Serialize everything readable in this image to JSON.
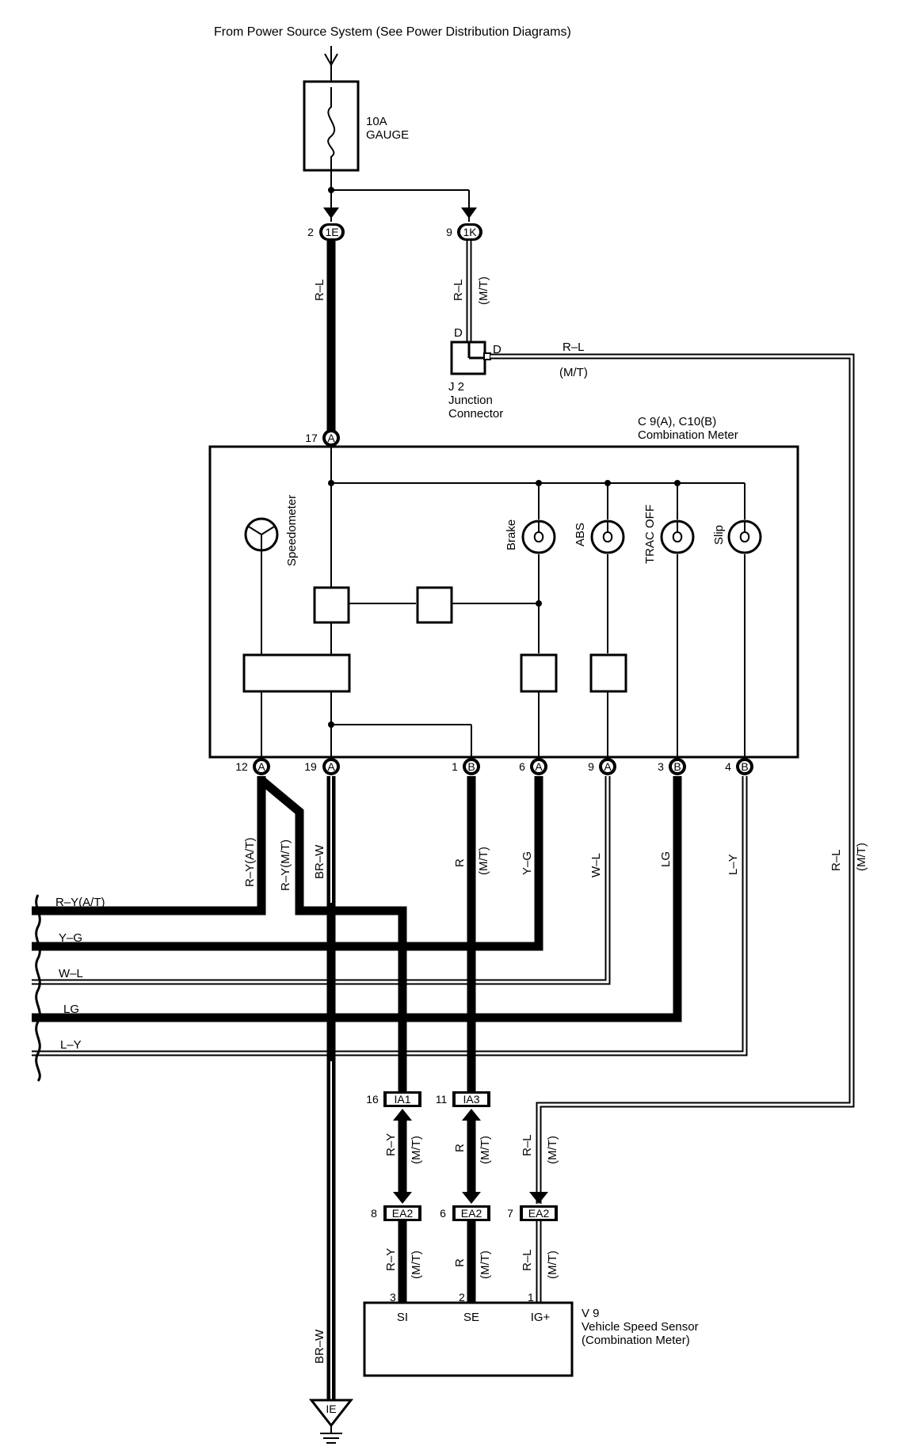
{
  "power_source": "From Power Source System (See Power Distribution Diagrams)",
  "fuse": {
    "rating": "10A",
    "name": "GAUGE"
  },
  "connectors": {
    "c1e": {
      "pin": "2",
      "id": "1E"
    },
    "c1k": {
      "pin": "9",
      "id": "1K"
    },
    "c17": {
      "pin": "17",
      "id": "A"
    },
    "c12": {
      "pin": "12",
      "id": "A"
    },
    "c19": {
      "pin": "19",
      "id": "A"
    },
    "c1b": {
      "pin": "1",
      "id": "B"
    },
    "c6a": {
      "pin": "6",
      "id": "A"
    },
    "c9a": {
      "pin": "9",
      "id": "A"
    },
    "c3b": {
      "pin": "3",
      "id": "B"
    },
    "c4b": {
      "pin": "4",
      "id": "B"
    },
    "ia1": {
      "pin": "16",
      "id": "IA1"
    },
    "ia3": {
      "pin": "11",
      "id": "IA3"
    },
    "ea2a": {
      "pin": "8",
      "id": "EA2"
    },
    "ea2b": {
      "pin": "6",
      "id": "EA2"
    },
    "ea2c": {
      "pin": "7",
      "id": "EA2"
    }
  },
  "wire_labels": {
    "rl_main": "R–L",
    "rl_1k": "R–L",
    "mt_1k": "(M/T)",
    "rl_d": "R–L",
    "mt_d": "(M/T)",
    "rl_right": "R–L",
    "mt_right": "(M/T)",
    "ry_at": "R–Y(A/T)",
    "ry_mt": "R–Y(M/T)",
    "brw_top": "BR–W",
    "r_mid": "R",
    "mt_mid": "(M/T)",
    "yg": "Y–G",
    "wl": "W–L",
    "lg": "LG",
    "ly": "L–Y",
    "ry_lower1": "R–Y",
    "mt_lower1": "(M/T)",
    "r_lower1": "R",
    "mt_lower2": "(M/T)",
    "rl_lower1": "R–L",
    "mt_lower3": "(M/T)",
    "ry_lower2": "R–Y",
    "mt_lower4": "(M/T)",
    "r_lower2": "R",
    "mt_lower5": "(M/T)",
    "rl_lower2": "R–L",
    "mt_lower6": "(M/T)",
    "brw_bottom": "BR–W"
  },
  "left_bus": {
    "ry_at": "R–Y(A/T)",
    "yg": "Y–G",
    "wl": "W–L",
    "lg": "LG",
    "ly": "L–Y"
  },
  "junction": {
    "pin_left": "D",
    "pin_right": "D",
    "id": "J 2",
    "name_line1": "Junction",
    "name_line2": "Connector"
  },
  "meter": {
    "id": "C 9(A), C10(B)",
    "name": "Combination Meter",
    "speedometer": "Speedometer",
    "lamps": [
      "Brake",
      "ABS",
      "TRAC OFF",
      "Slip"
    ]
  },
  "sensor": {
    "id": "V 9",
    "name_line1": "Vehicle Speed Sensor",
    "name_line2": "(Combination Meter)",
    "terminals": [
      {
        "pin": "3",
        "name": "SI"
      },
      {
        "pin": "2",
        "name": "SE"
      },
      {
        "pin": "1",
        "name": "IG+"
      }
    ]
  },
  "ground": {
    "id": "IE"
  }
}
